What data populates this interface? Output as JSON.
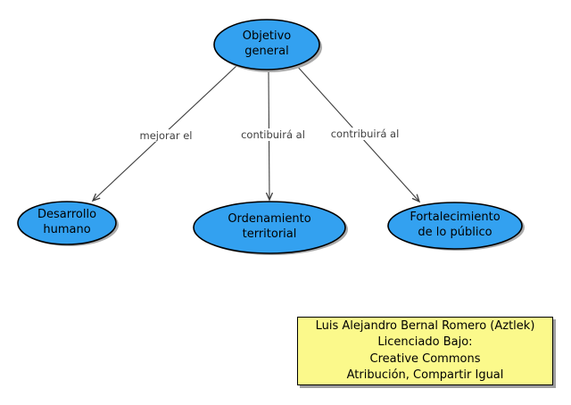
{
  "diagram": {
    "nodes": {
      "objetivo": {
        "label": "Objetivo\ngeneral"
      },
      "desarrollo": {
        "label": "Desarrollo\nhumano"
      },
      "ordenamiento": {
        "label": "Ordenamiento\nterritorial"
      },
      "fortalecimiento": {
        "label": "Fortalecimiento\nde lo público"
      }
    },
    "edges": [
      {
        "label": "mejorar el",
        "from": "objetivo",
        "to": "desarrollo"
      },
      {
        "label": "contibuirá al",
        "from": "objetivo",
        "to": "ordenamiento"
      },
      {
        "label": "contribuirá al",
        "from": "objetivo",
        "to": "fortalecimiento"
      }
    ],
    "colors": {
      "node_fill": "#33a1f0",
      "node_stroke": "#000000",
      "node_shadow": "#aaaaaa",
      "edge_stroke": "#3d3d3d",
      "edge_label_text": "#404040",
      "note_fill": "#fbf98b",
      "note_border": "#000000",
      "note_shadow": "#9e9e9e"
    }
  },
  "note": {
    "lines": [
      "Luis Alejandro Bernal Romero (Aztlek)",
      "Licenciado Bajo:",
      "Creative Commons",
      "Atribución, Compartir Igual"
    ]
  }
}
